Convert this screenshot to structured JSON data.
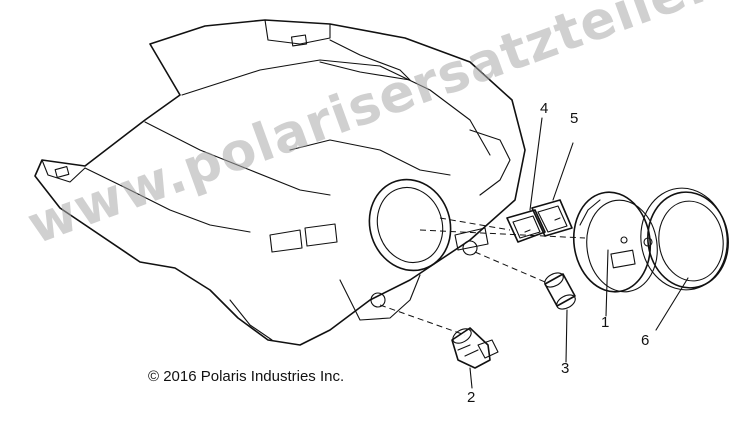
{
  "watermark": "www.polarisersatzteile.de",
  "copyright": "© 2016 Polaris Industries Inc.",
  "callouts": [
    {
      "id": "1",
      "label": "1"
    },
    {
      "id": "2",
      "label": "2"
    },
    {
      "id": "3",
      "label": "3"
    },
    {
      "id": "4",
      "label": "4"
    },
    {
      "id": "5",
      "label": "5"
    },
    {
      "id": "6",
      "label": "6"
    }
  ],
  "colors": {
    "line": "#111111",
    "watermark": "#aaaaaa",
    "background": "#ffffff"
  }
}
